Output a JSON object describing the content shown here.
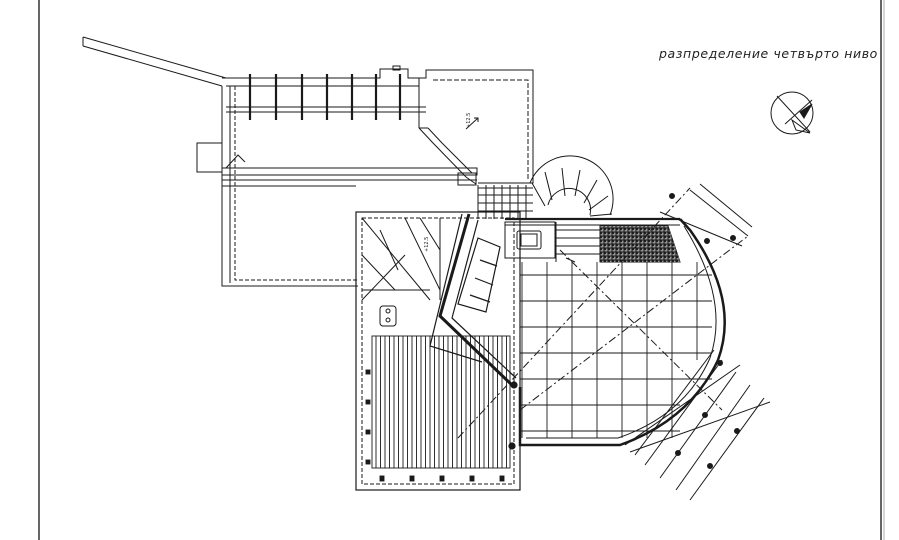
{
  "drawing": {
    "title": "разпределение четвърто ниво",
    "level_label_terrace": "+12.5",
    "level_label_room": "+12.5"
  },
  "compass": {
    "icon": "north-arrow-icon"
  },
  "colors": {
    "line": "#1a1a1a",
    "hatch": "#888888",
    "frame": "#000000",
    "background": "#ffffff"
  }
}
